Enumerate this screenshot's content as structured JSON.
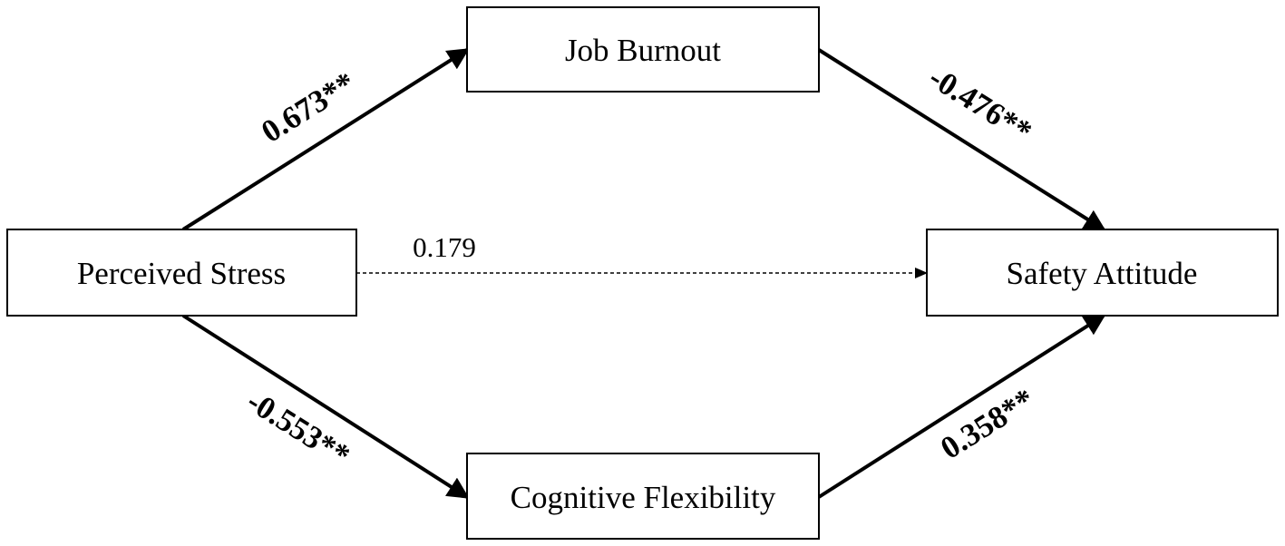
{
  "nodes": {
    "job_burnout": "Job Burnout",
    "perceived_stress": "Perceived Stress",
    "safety_attitude": "Safety Attitude",
    "cognitive_flexibility": "Cognitive Flexibility"
  },
  "paths": {
    "stress_to_burnout": "0.673**",
    "burnout_to_safety": "-0.476**",
    "stress_to_safety_direct": "0.179",
    "stress_to_flexibility": "-0.553**",
    "flexibility_to_safety": "0.358**"
  },
  "colors": {
    "line": "#000000",
    "background": "#ffffff"
  }
}
